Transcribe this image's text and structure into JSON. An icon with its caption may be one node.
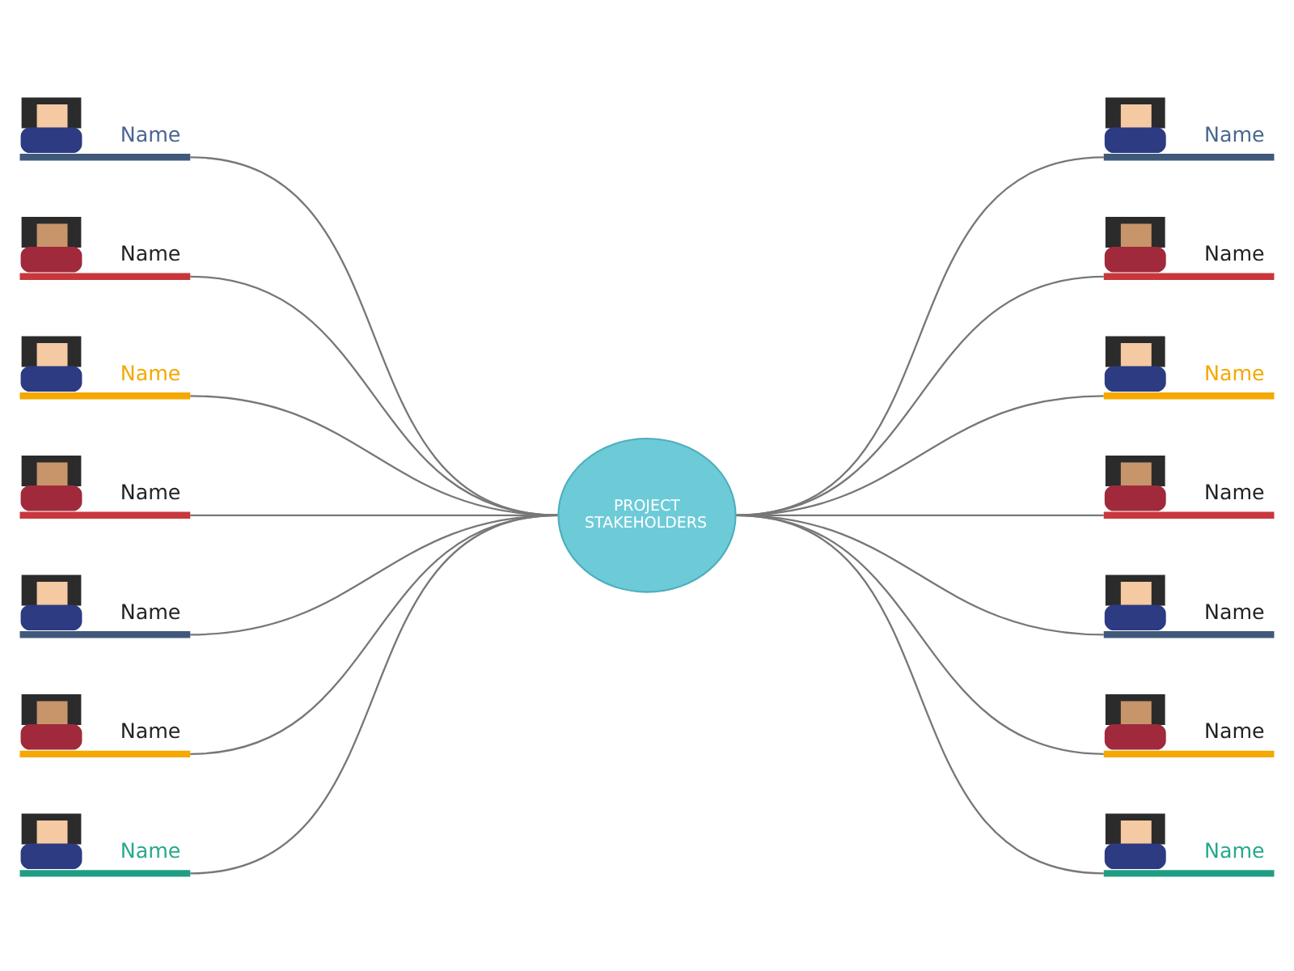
{
  "diagram": {
    "nodes": [
      {
        "text": [
          "Name"
        ]
      },
      {
        "text": [
          "Name"
        ]
      },
      {
        "text": [
          "Name"
        ]
      },
      {
        "text": [
          "Name"
        ]
      },
      {
        "text": [
          "Name"
        ]
      },
      {
        "text": [
          "Name"
        ]
      },
      {
        "text": [
          "Name"
        ]
      },
      {
        "text": [
          "PROJECT STAKEHOLDERS"
        ]
      },
      {
        "text": [
          "Name"
        ]
      },
      {
        "text": [
          "Name"
        ]
      },
      {
        "text": [
          "Name"
        ]
      },
      {
        "text": [
          "Name"
        ]
      },
      {
        "text": [
          "Name"
        ]
      },
      {
        "text": [
          "Name"
        ]
      },
      {
        "text": [
          "Name"
        ]
      }
    ],
    "edges": [
      {
        "from": 0,
        "to": 7,
        "arrow": "none"
      },
      {
        "from": 1,
        "to": 7,
        "arrow": "none"
      },
      {
        "from": 2,
        "to": 7,
        "arrow": "none"
      },
      {
        "from": 3,
        "to": 7,
        "arrow": "none"
      },
      {
        "from": 4,
        "to": 7,
        "arrow": "none"
      },
      {
        "from": 5,
        "to": 7,
        "arrow": "none"
      },
      {
        "from": 6,
        "to": 7,
        "arrow": "none"
      },
      {
        "from": 7,
        "to": 8,
        "arrow": "none"
      },
      {
        "from": 7,
        "to": 9,
        "arrow": "none"
      },
      {
        "from": 7,
        "to": 10,
        "arrow": "none"
      },
      {
        "from": 7,
        "to": 11,
        "arrow": "none"
      },
      {
        "from": 7,
        "to": 12,
        "arrow": "none"
      },
      {
        "from": 7,
        "to": 13,
        "arrow": "none"
      },
      {
        "from": 7,
        "to": 14,
        "arrow": "none"
      }
    ]
  }
}
